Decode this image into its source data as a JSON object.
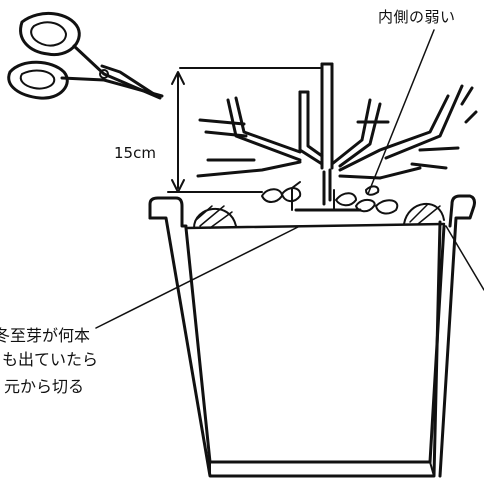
{
  "labels": {
    "top_annotation": "内側の弱い",
    "height_measure": "15cm",
    "left_note_lines": [
      "冬至芽が何本",
      "も出ていたら",
      "元から切る"
    ]
  },
  "icons": {
    "scissors": "scissors-icon"
  },
  "colors": {
    "ink": "#111111",
    "background": "#ffffff"
  }
}
